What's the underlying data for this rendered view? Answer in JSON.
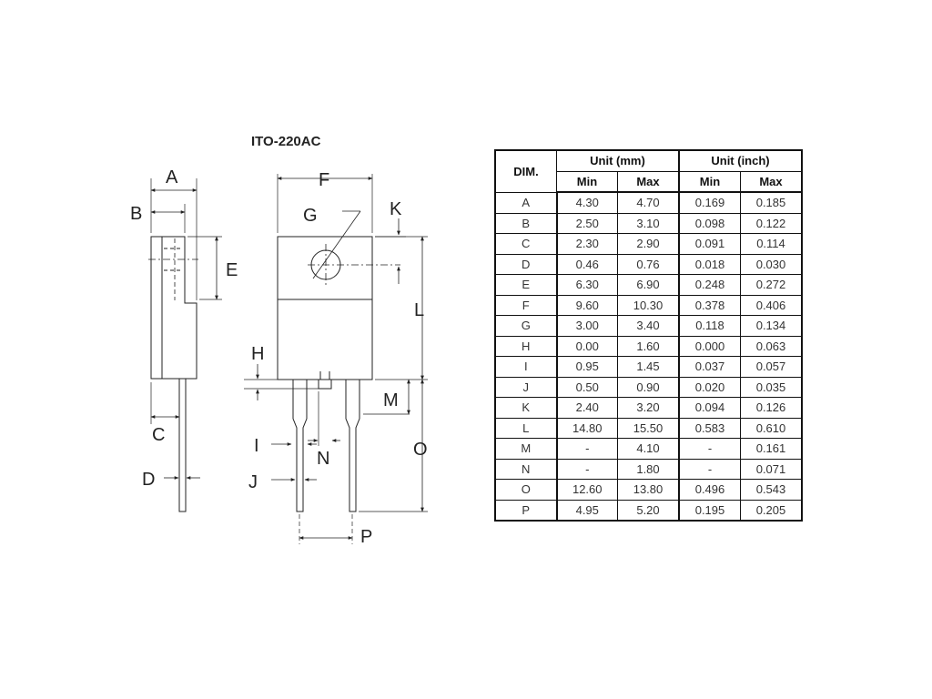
{
  "package_title": "ITO-220AC",
  "dimension_labels": [
    "A",
    "B",
    "C",
    "D",
    "E",
    "F",
    "G",
    "H",
    "I",
    "J",
    "K",
    "L",
    "M",
    "N",
    "O",
    "P"
  ],
  "table": {
    "dim_header": "DIM.",
    "unit_mm": "Unit (mm)",
    "unit_inch": "Unit (inch)",
    "min": "Min",
    "max": "Max",
    "rows": [
      {
        "dim": "A",
        "mm_min": "4.30",
        "mm_max": "4.70",
        "in_min": "0.169",
        "in_max": "0.185"
      },
      {
        "dim": "B",
        "mm_min": "2.50",
        "mm_max": "3.10",
        "in_min": "0.098",
        "in_max": "0.122"
      },
      {
        "dim": "C",
        "mm_min": "2.30",
        "mm_max": "2.90",
        "in_min": "0.091",
        "in_max": "0.114"
      },
      {
        "dim": "D",
        "mm_min": "0.46",
        "mm_max": "0.76",
        "in_min": "0.018",
        "in_max": "0.030"
      },
      {
        "dim": "E",
        "mm_min": "6.30",
        "mm_max": "6.90",
        "in_min": "0.248",
        "in_max": "0.272"
      },
      {
        "dim": "F",
        "mm_min": "9.60",
        "mm_max": "10.30",
        "in_min": "0.378",
        "in_max": "0.406"
      },
      {
        "dim": "G",
        "mm_min": "3.00",
        "mm_max": "3.40",
        "in_min": "0.118",
        "in_max": "0.134"
      },
      {
        "dim": "H",
        "mm_min": "0.00",
        "mm_max": "1.60",
        "in_min": "0.000",
        "in_max": "0.063"
      },
      {
        "dim": "I",
        "mm_min": "0.95",
        "mm_max": "1.45",
        "in_min": "0.037",
        "in_max": "0.057"
      },
      {
        "dim": "J",
        "mm_min": "0.50",
        "mm_max": "0.90",
        "in_min": "0.020",
        "in_max": "0.035"
      },
      {
        "dim": "K",
        "mm_min": "2.40",
        "mm_max": "3.20",
        "in_min": "0.094",
        "in_max": "0.126"
      },
      {
        "dim": "L",
        "mm_min": "14.80",
        "mm_max": "15.50",
        "in_min": "0.583",
        "in_max": "0.610"
      },
      {
        "dim": "M",
        "mm_min": "-",
        "mm_max": "4.10",
        "in_min": "-",
        "in_max": "0.161"
      },
      {
        "dim": "N",
        "mm_min": "-",
        "mm_max": "1.80",
        "in_min": "-",
        "in_max": "0.071"
      },
      {
        "dim": "O",
        "mm_min": "12.60",
        "mm_max": "13.80",
        "in_min": "0.496",
        "in_max": "0.543"
      },
      {
        "dim": "P",
        "mm_min": "4.95",
        "mm_max": "5.20",
        "in_min": "0.195",
        "in_max": "0.205"
      }
    ]
  }
}
